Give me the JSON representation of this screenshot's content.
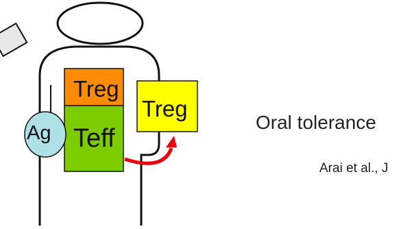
{
  "diagram": {
    "labels": {
      "treg_in_body": "Treg",
      "teff_in_body": "Teff",
      "treg_exported": "Treg",
      "antigen": "Ag"
    },
    "title": "Oral tolerance",
    "citation": "Arai et al., J",
    "colors": {
      "treg_in_body": "#ff8c00",
      "teff_in_body": "#7ccc00",
      "treg_exported": "#ffff00",
      "antigen": "#aee0e8",
      "arrow": "#e8000b",
      "outline": "#111111"
    }
  }
}
